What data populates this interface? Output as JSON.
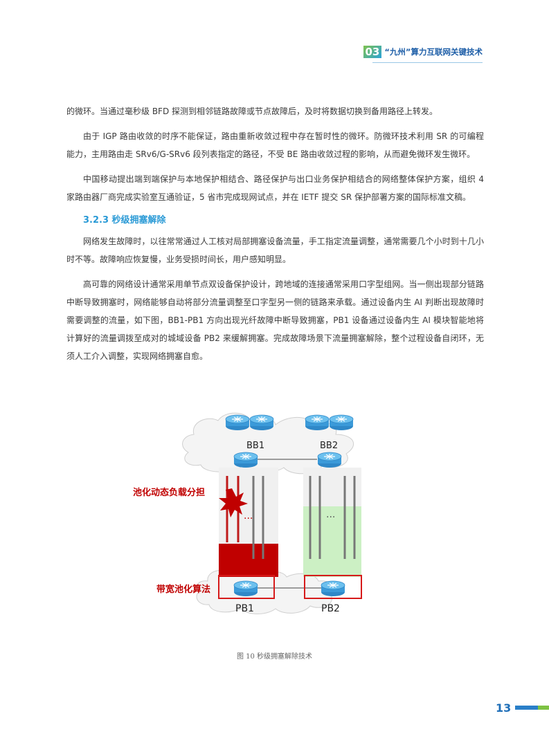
{
  "header": {
    "section_number": "03",
    "title": "“九州”算力互联网关键技术"
  },
  "paragraphs": [
    "的微环。当通过毫秒级 BFD 探测到相邻链路故障或节点故障后，及时将数据切换到备用路径上转发。",
    "由于 IGP 路由收敛的时序不能保证，路由重新收敛过程中存在暂时性的微环。防微环技术利用 SR 的可编程能力，主用路由走 SRv6/G-SRv6 段列表指定的路径，不受 BE 路由收敛过程的影响，从而避免微环发生微环。",
    "中国移动提出端到端保护与本地保护相结合、路径保护与出口业务保护相结合的网络整体保护方案，组织 4 家路由器厂商完成实验室互通验证，5 省市完成现网试点，并在 IETF 提交 SR 保护部署方案的国际标准文稿。"
  ],
  "subheading": "3.2.3 秒级拥塞解除",
  "paragraphs2": [
    "网络发生故障时，以往常常通过人工核对局部拥塞设备流量，手工指定流量调整，通常需要几个小时到十几小时不等。故障响应恢复慢，业务受损时间长，用户感知明显。",
    "高可靠的网络设计通常采用单节点双设备保护设计，跨地域的连接通常采用口字型组网。当一侧出现部分链路中断导致拥塞时，网络能够自动将部分流量调整至口字型另一侧的链路来承载。通过设备内生 AI 判断出现故障时需要调整的流量，如下图，BB1-PB1 方向出现光纤故障中断导致拥塞，PB1 设备通过设备内生 AI 模块智能地将计算好的流量调拨至成对的城域设备 PB2 来缓解拥塞。完成故障场景下流量拥塞解除，整个过程设备自闭环，无须人工介入调整，实现网络拥塞自愈。"
  ],
  "figure": {
    "labels": {
      "bb1": "BB1",
      "bb2": "BB2",
      "pb1": "PB1",
      "pb2": "PB2",
      "pool_load": "池化动态负载分担",
      "bw_pool": "带宽池化算法",
      "dots": "..."
    },
    "colors": {
      "congested": "#c00000",
      "normal": "#ccf0c4",
      "annotation": "#c00000",
      "router": "#3b9ad9"
    }
  },
  "caption": "图 10 秒级拥塞解除技术",
  "page_number": "13"
}
